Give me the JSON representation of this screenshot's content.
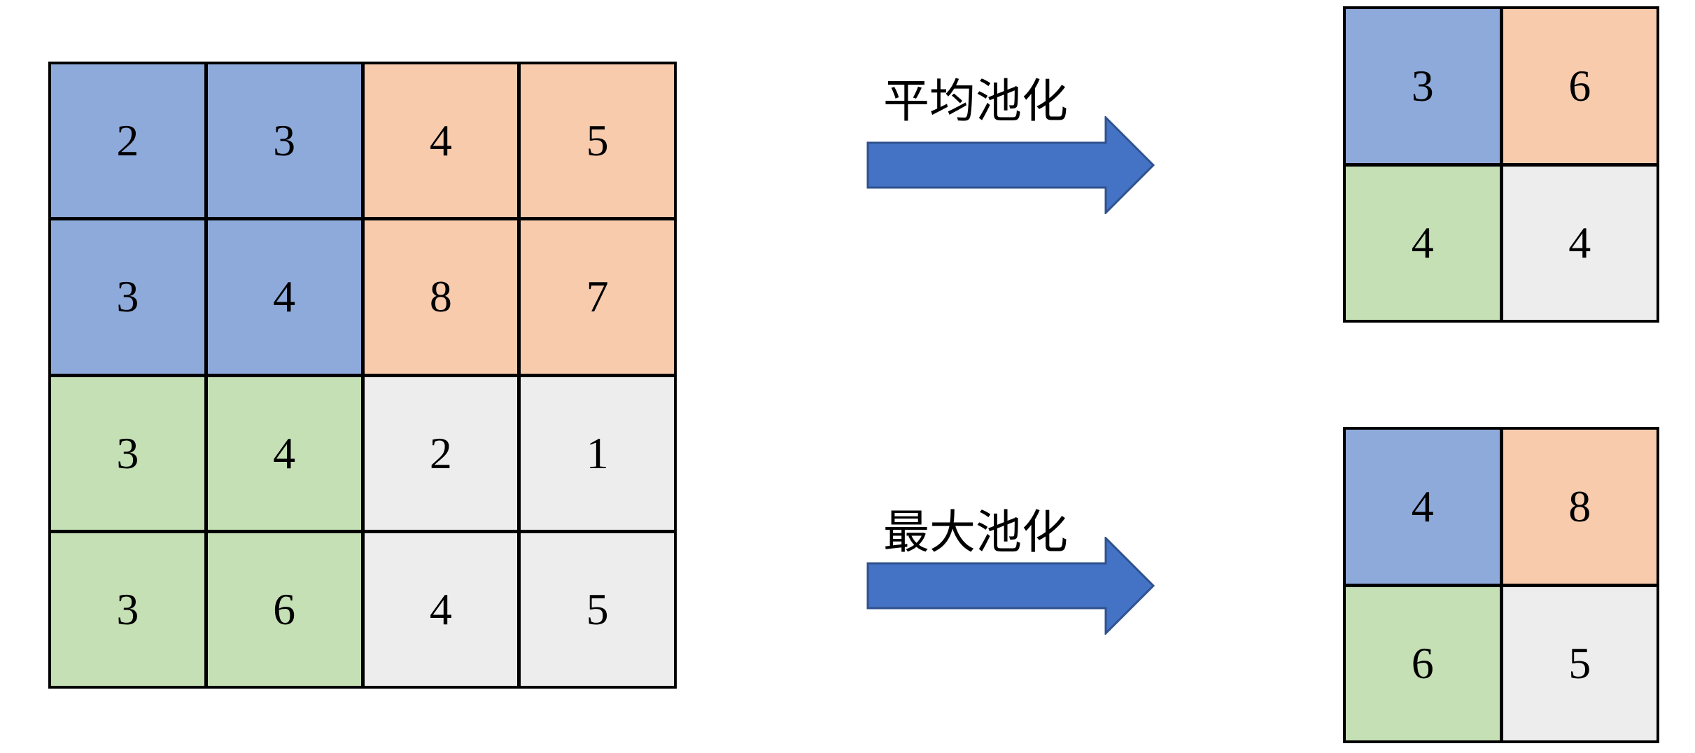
{
  "colors": {
    "blue": "#8eaadb",
    "orange": "#f8cbad",
    "green": "#c5e0b4",
    "gray": "#ededed",
    "arrow_fill": "#4472c4",
    "arrow_stroke": "#2f528f"
  },
  "input_matrix": [
    [
      {
        "value": "2",
        "color": "#8eaadb"
      },
      {
        "value": "3",
        "color": "#8eaadb"
      },
      {
        "value": "4",
        "color": "#f8cbad"
      },
      {
        "value": "5",
        "color": "#f8cbad"
      }
    ],
    [
      {
        "value": "3",
        "color": "#8eaadb"
      },
      {
        "value": "4",
        "color": "#8eaadb"
      },
      {
        "value": "8",
        "color": "#f8cbad"
      },
      {
        "value": "7",
        "color": "#f8cbad"
      }
    ],
    [
      {
        "value": "3",
        "color": "#c5e0b4"
      },
      {
        "value": "4",
        "color": "#c5e0b4"
      },
      {
        "value": "2",
        "color": "#ededed"
      },
      {
        "value": "1",
        "color": "#ededed"
      }
    ],
    [
      {
        "value": "3",
        "color": "#c5e0b4"
      },
      {
        "value": "6",
        "color": "#c5e0b4"
      },
      {
        "value": "4",
        "color": "#ededed"
      },
      {
        "value": "5",
        "color": "#ededed"
      }
    ]
  ],
  "average_pooling": {
    "label": "平均池化",
    "output": [
      [
        {
          "value": "3",
          "color": "#8eaadb"
        },
        {
          "value": "6",
          "color": "#f8cbad"
        }
      ],
      [
        {
          "value": "4",
          "color": "#c5e0b4"
        },
        {
          "value": "4",
          "color": "#ededed"
        }
      ]
    ]
  },
  "max_pooling": {
    "label": "最大池化",
    "output": [
      [
        {
          "value": "4",
          "color": "#8eaadb"
        },
        {
          "value": "8",
          "color": "#f8cbad"
        }
      ],
      [
        {
          "value": "6",
          "color": "#c5e0b4"
        },
        {
          "value": "5",
          "color": "#ededed"
        }
      ]
    ]
  }
}
